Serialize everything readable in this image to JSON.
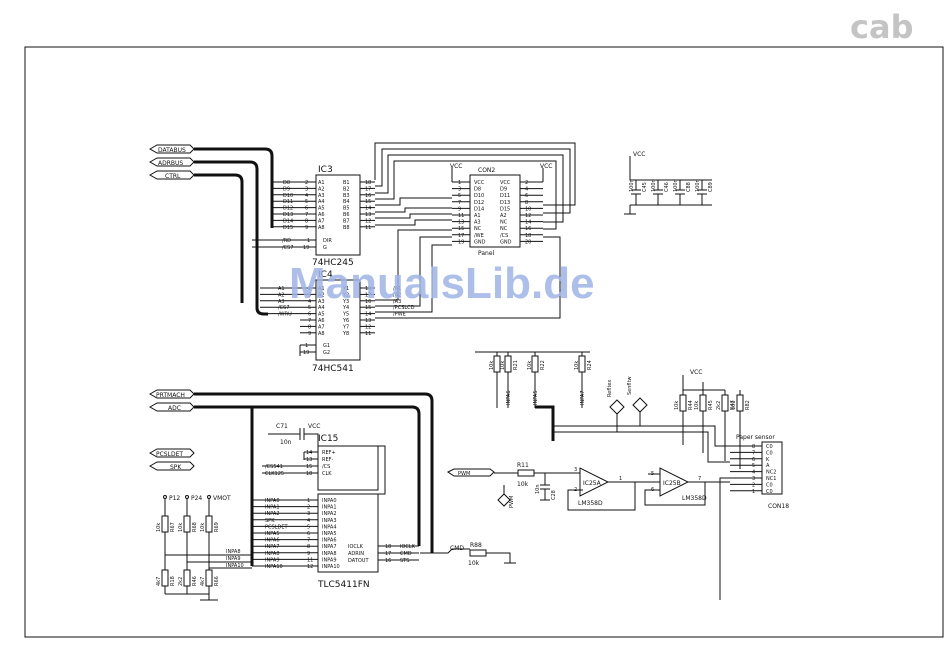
{
  "logo": "cab",
  "watermark": "ManualsLib.de",
  "ports": {
    "databus": "DATABUS",
    "adrbus": "ADRBUS",
    "ctrl": "CTRL",
    "prtmach": "PRTMACH",
    "adc": "ADC",
    "pcsldet": "PCSLDET",
    "spk": "SPK"
  },
  "ic3": {
    "ref": "IC3",
    "part": "74HC245",
    "left_pins": [
      "A1",
      "A2",
      "A3",
      "A4",
      "A5",
      "A6",
      "A7",
      "A8"
    ],
    "right_pins": [
      "B1",
      "B2",
      "B3",
      "B4",
      "B5",
      "B6",
      "B7",
      "B8"
    ],
    "nets_left": [
      "D8",
      "D9",
      "D10",
      "D11",
      "D12",
      "D13",
      "D14",
      "D15"
    ],
    "left_nums": [
      "2",
      "3",
      "4",
      "5",
      "6",
      "7",
      "8",
      "9"
    ],
    "right_nums": [
      "18",
      "17",
      "16",
      "15",
      "14",
      "13",
      "12",
      "11"
    ],
    "dir": "DIR",
    "g": "G",
    "dir_net": "/RD",
    "g_net": "/CS7",
    "dir_num": "1",
    "g_num": "19"
  },
  "ic4": {
    "ref": "IC4",
    "part": "74HC541",
    "left_pins": [
      "A1",
      "A2",
      "A3",
      "A4",
      "A5",
      "A6",
      "A7",
      "A8"
    ],
    "right_pins": [
      "Y1",
      "Y2",
      "Y3",
      "Y4",
      "Y5",
      "Y6",
      "Y7",
      "Y8"
    ],
    "nets_left": [
      "A1",
      "A2",
      "A3",
      "/CS7",
      "/WRU",
      "",
      "",
      ""
    ],
    "nets_right": [
      "/A1",
      "/A2",
      "/A3",
      "/PCSLCD",
      "/PWE",
      "",
      "",
      ""
    ],
    "left_nums": [
      "2",
      "3",
      "4",
      "5",
      "6",
      "7",
      "8",
      "9"
    ],
    "right_nums": [
      "18",
      "17",
      "16",
      "15",
      "14",
      "13",
      "12",
      "11"
    ],
    "g1": "G1",
    "g2": "G2",
    "g1_num": "1",
    "g2_num": "19"
  },
  "con2": {
    "ref": "CON2",
    "label": "Panel",
    "vcc": "VCC",
    "left": [
      "VCC",
      "D8",
      "D10",
      "D12",
      "D14",
      "A1",
      "A3",
      "NC",
      "/WE",
      "GND"
    ],
    "right": [
      "VCC",
      "D9",
      "D11",
      "D13",
      "D15",
      "A2",
      "NC",
      "NC",
      "/CS",
      "GND"
    ],
    "left_nums": [
      "1",
      "3",
      "5",
      "7",
      "9",
      "11",
      "13",
      "15",
      "17",
      "19"
    ],
    "right_nums": [
      "2",
      "4",
      "6",
      "8",
      "10",
      "12",
      "14",
      "16",
      "18",
      "20"
    ]
  },
  "decoupling": {
    "vcc": "VCC",
    "caps": [
      {
        "ref": "C45",
        "val": "100n"
      },
      {
        "ref": "C46",
        "val": "100n"
      },
      {
        "ref": "C88",
        "val": "100n"
      },
      {
        "ref": "C89",
        "val": "100n"
      }
    ]
  },
  "ic15": {
    "ref": "IC15",
    "part": "TLC5411FN",
    "cap_ref": "C71",
    "cap_val": "10n",
    "vcc": "VCC",
    "top_pins": [
      "REF+",
      "REF-",
      "/CS",
      "CLK"
    ],
    "top_nums": [
      "14",
      "13",
      "15",
      "18"
    ],
    "top_nets": [
      "",
      "",
      "/CS541",
      "CLK125"
    ],
    "left_pins": [
      "INPA0",
      "INPA1",
      "INPA2",
      "INPA3",
      "INPA4",
      "INPA5",
      "INPA6",
      "INPA7",
      "INPA8",
      "INPA9",
      "INPA10"
    ],
    "left_nets": [
      "INPA0",
      "INPA1",
      "INPA2",
      "SPK",
      "PCSLDET",
      "INPA5",
      "INPA6",
      "INPA7",
      "INPA8",
      "INPA9",
      "INPA10"
    ],
    "left_nums": [
      "1",
      "2",
      "3",
      "4",
      "5",
      "6",
      "7",
      "8",
      "9",
      "11",
      "12"
    ],
    "right_pins": [
      "IOCLK",
      "ADRIN",
      "DATOUT"
    ],
    "right_nets": [
      "IOCLK",
      "CMD",
      "STS"
    ],
    "right_nums": [
      "18",
      "17",
      "16"
    ]
  },
  "dividers": {
    "supplies": [
      "P12",
      "P24",
      "VMOT"
    ],
    "top_res": [
      {
        "ref": "R67",
        "val": "10k"
      },
      {
        "ref": "R68",
        "val": "10k"
      },
      {
        "ref": "R69",
        "val": "10k"
      }
    ],
    "bot_res": [
      {
        "ref": "R18",
        "val": "4k7"
      },
      {
        "ref": "R46",
        "val": "2k2"
      },
      {
        "ref": "R66",
        "val": "4k7"
      }
    ]
  },
  "pullups": {
    "res": [
      {
        "ref": "R21",
        "val": "10k"
      },
      {
        "ref": "R22",
        "val": "10k"
      },
      {
        "ref": "R24",
        "val": "10k"
      }
    ],
    "nets": [
      "INPA6",
      "INPA5",
      "INPA7"
    ]
  },
  "sensor": {
    "labels": [
      "Refltex",
      "Senfltw"
    ],
    "vcc": "VCC",
    "res": [
      {
        "ref": "R44",
        "val": "10k"
      },
      {
        "ref": "R45",
        "val": "10k"
      },
      {
        "ref": "R47",
        "val": "2k2"
      },
      {
        "ref": "R82",
        "val": "100"
      }
    ],
    "con_ref": "CON18",
    "con_title": "Paper sensor",
    "pins": [
      "C0",
      "C0",
      "K",
      "A",
      "NC2",
      "NC1",
      "C0",
      "C0"
    ],
    "nums": [
      "8",
      "7",
      "6",
      "5",
      "4",
      "3",
      "2",
      "1"
    ]
  },
  "opamp": {
    "pwm": "PWM",
    "res_ref": "R11",
    "res_val": "10k",
    "cap_ref": "C28",
    "cap_val": "10n",
    "stage1": "IC25A",
    "stage1_part": "LM358D",
    "stage2": "IC25B",
    "stage2_part": "LM358D",
    "nums1": [
      "3",
      "2",
      "1"
    ],
    "nums2": [
      "5",
      "6",
      "7"
    ],
    "pwm_label": "PWM",
    "inpa_label": "INPA8"
  },
  "cmd": {
    "net": "CMD",
    "res_ref": "R88",
    "res_val": "10k"
  }
}
